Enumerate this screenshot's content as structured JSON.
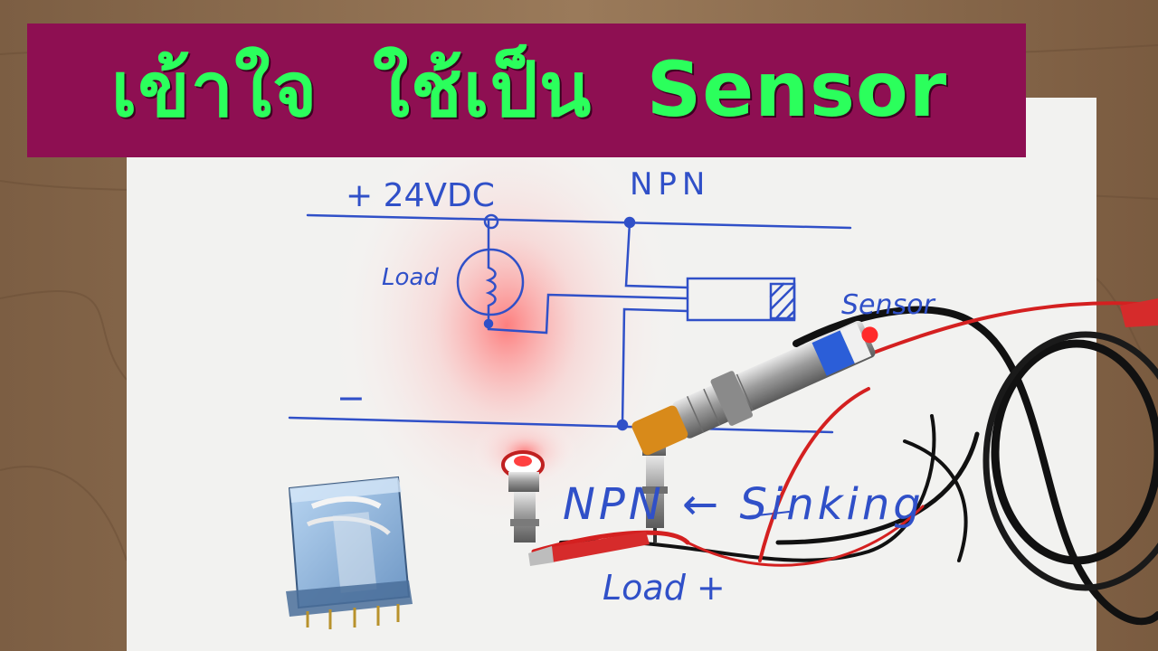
{
  "banner": {
    "title": "เข้าใจ  ใช้เป็น  Sensor"
  },
  "diagram": {
    "supply_label": "+ 24VDC",
    "type_label": "NPN",
    "load_label": "Load",
    "ground_label": "−",
    "sensor_label": "Sensor",
    "note_label": "NPN ← Sinking",
    "load_plus_label": "Load +"
  },
  "colors": {
    "banner_bg": "#8e0f52",
    "banner_text": "#2bff5c",
    "ink": "#3050c8",
    "table": "#8a6a4c",
    "paper": "#f2f2f0"
  }
}
